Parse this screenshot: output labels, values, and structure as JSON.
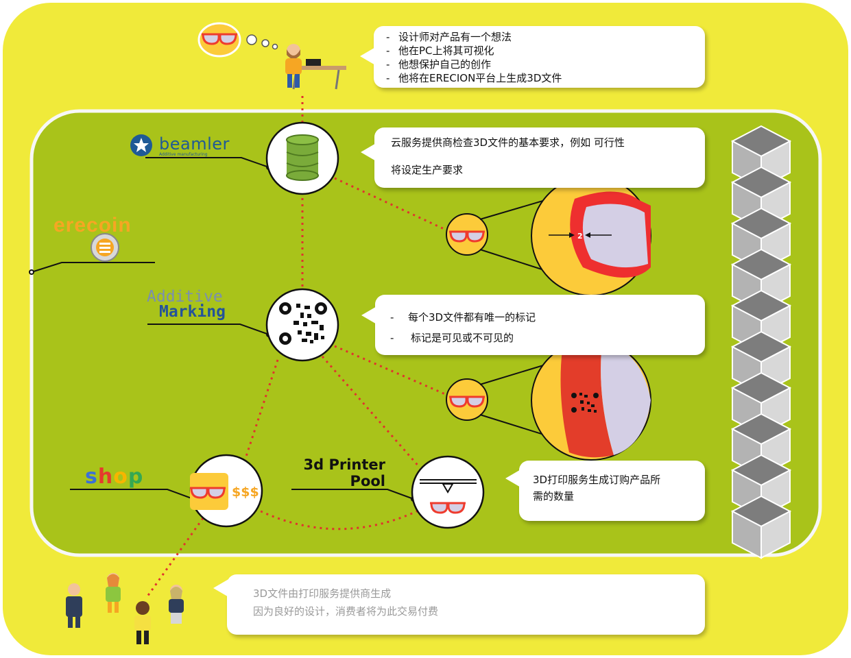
{
  "bubbles": {
    "designer": [
      "设计师对产品有一个想法",
      "他在PC上将其可视化",
      "他想保护自己的创作",
      "他将在ERECION平台上生成3D文件"
    ],
    "cloud": [
      "云服务提供商检查3D文件的基本要求，例如 可行性",
      "将设定生产要求"
    ],
    "marking": [
      "每个3D文件都有唯一的标记",
      "标记是可见或不可见的"
    ],
    "printing": [
      "3D打印服务生成订购产品所",
      "需的数量"
    ],
    "consumer": [
      "3D文件由打印服务提供商生成",
      "因为良好的设计，消费者将为此交易付费"
    ]
  },
  "logos": {
    "beamler": "beamler",
    "beamler_sub": "Additive manufacturing",
    "erecoin": "erecoin",
    "additive_line1": "Additive",
    "additive_line2": "Marking",
    "shop": "shop",
    "printer_pool_line1": "3d Printer",
    "printer_pool_line2": "Pool"
  },
  "labels": {
    "thickness_value": "2",
    "price": "$$$"
  },
  "colors": {
    "outer_panel": "#f0ea3a",
    "inner_panel": "#a9c31a",
    "connector": "#e0332d",
    "glasses_frame": "#ee3b2e",
    "lens_face": "#fccb3a",
    "lens_tint": "#d4cfe5",
    "beamler_blue": "#1f5a96",
    "additive_blue": "#24539a",
    "additive_gray": "#7a8fb0",
    "erecoin_orange": "#f6a623"
  }
}
